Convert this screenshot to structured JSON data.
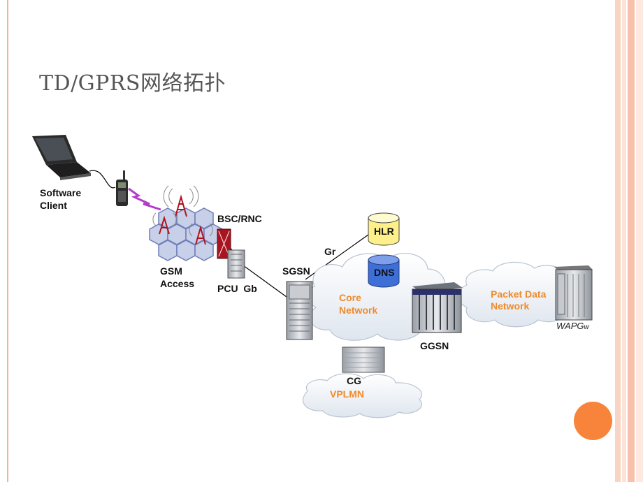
{
  "slide": {
    "title": "TD/GPRS网络拓扑",
    "accent_color": "#f7843a",
    "frame_color": "#f3b39a"
  },
  "diagram": {
    "labels": {
      "software_client_line1": "Software",
      "software_client_line2": "Client",
      "bsc_rnc": "BSC/RNC",
      "gsm_access_line1": "GSM",
      "gsm_access_line2": "Access",
      "pcu_gb": "PCU  Gb",
      "sgsn": "SGSN",
      "gr": "Gr",
      "hlr": "HLR",
      "dns": "DNS",
      "core_network_line1": "Core",
      "core_network_line2": "Network",
      "packet_data_line1": "Packet Data",
      "packet_data_line2": "Network",
      "wapgw_main": "WAPG",
      "wapgw_sub": "w",
      "ggsn": "GGSN",
      "cg": "CG",
      "vplmn": "VPLMN"
    },
    "colors": {
      "hlr_db": "#fdf08a",
      "dns_db": "#3d6fd6",
      "cloud": "#e9eef5",
      "hexagon": "#c8cfe8",
      "bsc_box": "#a8141f",
      "link_line": "#000000",
      "radio_link": "#b43cc8"
    },
    "icons": [
      "laptop-icon",
      "phone-icon",
      "radio-tower-icon",
      "server-icon",
      "database-icon",
      "cloud-icon"
    ]
  }
}
